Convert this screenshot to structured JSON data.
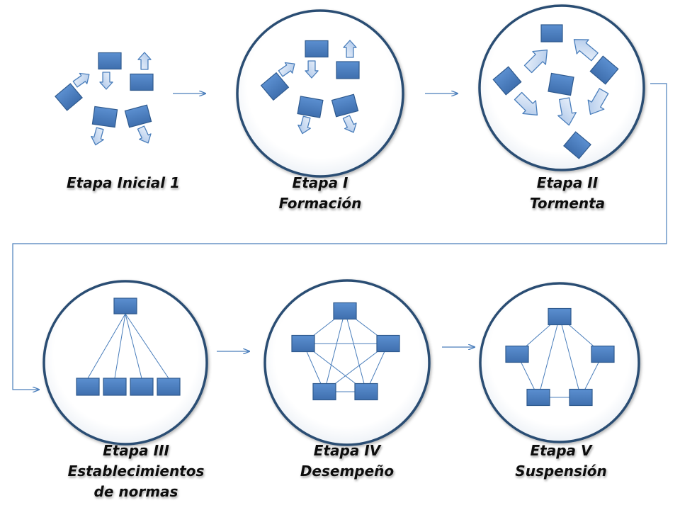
{
  "stages": [
    {
      "id": "initial",
      "label_lines": [
        "Etapa Inicial 1"
      ]
    },
    {
      "id": "forming",
      "label_lines": [
        "Etapa I",
        "Formación"
      ]
    },
    {
      "id": "storming",
      "label_lines": [
        "Etapa II",
        "Tormenta"
      ]
    },
    {
      "id": "norming",
      "label_lines": [
        "Etapa III",
        "Establecimientos",
        "de normas"
      ]
    },
    {
      "id": "performing",
      "label_lines": [
        "Etapa IV",
        "Desempeño"
      ]
    },
    {
      "id": "adjourning",
      "label_lines": [
        "Etapa V",
        "Suspensión"
      ]
    }
  ],
  "colors": {
    "box_fill": "#4a7ebb",
    "box_stroke": "#2f5a8e",
    "circle_stroke": "#2b4d73",
    "line": "#4a7ebb",
    "arrow_fill": "#c6d9f1",
    "arrow_stroke": "#4a7ebb"
  }
}
